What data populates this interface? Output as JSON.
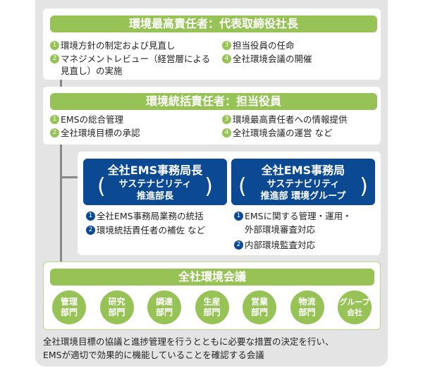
{
  "top": {
    "title": "環境最高責任者：代表取締役社長",
    "items": [
      {
        "n": "1",
        "text": "環境方針の制定および見直し"
      },
      {
        "n": "2",
        "text": "マネジメントレビュー（経営層による",
        "text2": "見直し）の実施"
      },
      {
        "n": "3",
        "text": "担当役員の任命"
      },
      {
        "n": "4",
        "text": "全社環境会議の開催"
      }
    ]
  },
  "second": {
    "title": "環境統括責任者：担当役員",
    "items": [
      {
        "n": "1",
        "text": "EMSの総合管理"
      },
      {
        "n": "2",
        "text": "全社環境目標の承認"
      },
      {
        "n": "3",
        "text": "環境最高責任者への情報提供"
      },
      {
        "n": "4",
        "text": "全社環境会議の運営 など"
      }
    ]
  },
  "ems_head": {
    "title": "全社EMS事務局長",
    "sub1": "サステナビリティ",
    "sub2": "推進部長",
    "items": [
      {
        "n": "1",
        "text": "全社EMS事務局業務の統括"
      },
      {
        "n": "2",
        "text": "環境統括責任者の補佐 など"
      }
    ]
  },
  "ems_office": {
    "title": "全社EMS事務局",
    "sub1": "サステナビリティ",
    "sub2": "推進部 環境グループ",
    "items": [
      {
        "n": "1",
        "text": "EMSに関する管理・運用・",
        "text2": "外部環境審査対応"
      },
      {
        "n": "2",
        "text": "内部環境監査対応"
      }
    ]
  },
  "meeting": {
    "title": "全社環境会議",
    "departments": [
      {
        "l1": "管理",
        "l2": "部門"
      },
      {
        "l1": "研究",
        "l2": "部門"
      },
      {
        "l1": "調達",
        "l2": "部門"
      },
      {
        "l1": "生産",
        "l2": "部門"
      },
      {
        "l1": "営業",
        "l2": "部門"
      },
      {
        "l1": "物流",
        "l2": "部門"
      },
      {
        "l1": "グループ",
        "l2": "会社"
      }
    ],
    "caption1": "全社環境目標の協議と進捗管理を行うとともに必要な措置の決定を行い、",
    "caption2": "EMSが適切で効果的に機能していることを確認する会議"
  },
  "colors": {
    "green": "#96c256",
    "blue": "#0b4a93",
    "bg": "#e4e4e4"
  }
}
